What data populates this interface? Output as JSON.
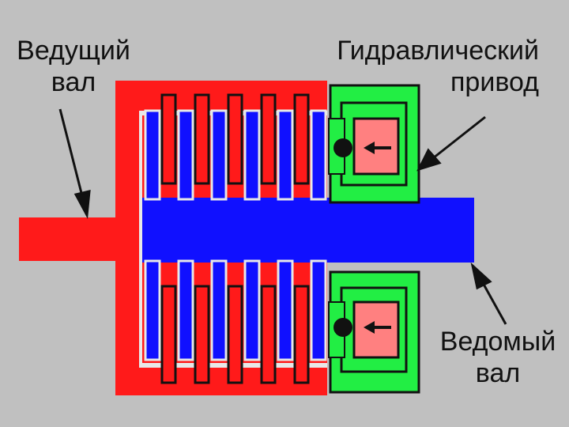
{
  "labels": {
    "drive_shaft": {
      "line1": "Ведущий",
      "line2": "вал"
    },
    "hydraulic_actuator": {
      "line1": "Гидравлический",
      "line2": "привод"
    },
    "driven_shaft": {
      "line1": "Ведомый",
      "line2": "вал"
    }
  },
  "colors": {
    "background": "#c0c0c0",
    "drive_part": "#ff1a1a",
    "driven_part": "#1010ff",
    "actuator_housing": "#22ee44",
    "piston": "#ff8080",
    "outline": "#111111",
    "gap": "#e8e8e8"
  }
}
